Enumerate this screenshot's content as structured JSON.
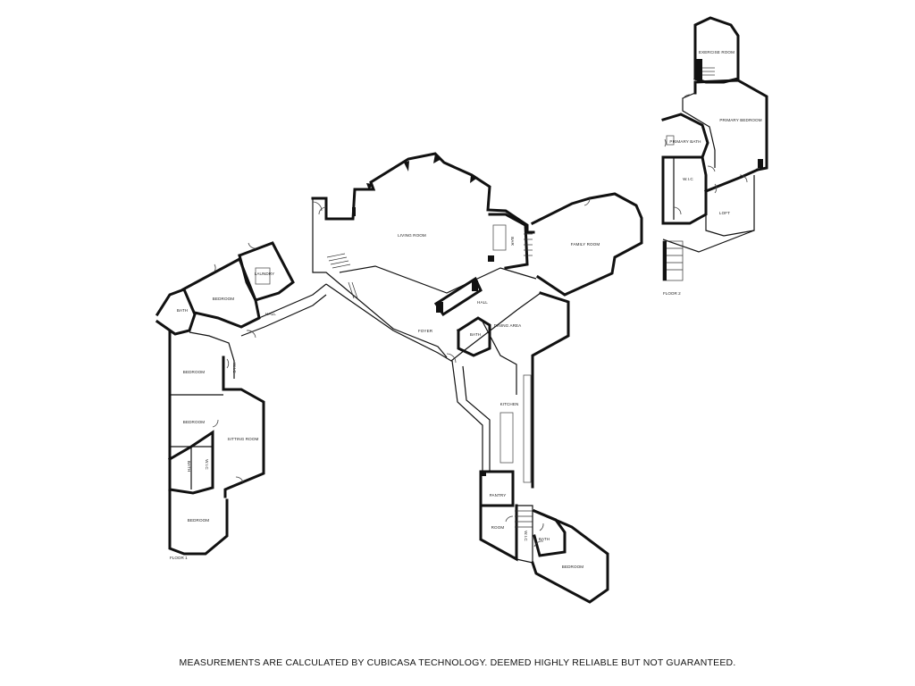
{
  "floors": [
    {
      "id": "floor-1",
      "label": "FLOOR 1"
    },
    {
      "id": "floor-2",
      "label": "FLOOR 2"
    }
  ],
  "rooms": {
    "living_room": "LIVING ROOM",
    "bar": "BAR",
    "family_room": "FAMILY ROOM",
    "hall_center": "HALL",
    "dining_area": "DINING AREA",
    "foyer": "FOYER",
    "bath_dining": "BATH",
    "kitchen": "KITCHEN",
    "pantry": "PANTRY",
    "room": "ROOM",
    "wic_south": "W.I.C",
    "bath_south": "BATH",
    "bedroom_south": "BEDROOM",
    "laundry": "LAUNDRY",
    "bedroom_nw": "BEDROOM",
    "bath_west": "BATH",
    "hall_west": "HALL",
    "wic_west": "W.I.C",
    "bedroom_w1": "BEDROOM",
    "bedroom_w2": "BEDROOM",
    "sitting_room": "SITTING ROOM",
    "bath_w3": "BATH",
    "wic_w3": "W.I.C",
    "bedroom_w3": "BEDROOM",
    "exercise_room": "EXERCISE ROOM",
    "primary_bedroom": "PRIMARY BEDROOM",
    "primary_bath": "PRIMARY BATH",
    "wic_upper": "W.I.C",
    "loft": "LOFT"
  },
  "disclaimer": "MEASUREMENTS ARE CALCULATED BY CUBICASA TECHNOLOGY. DEEMED HIGHLY RELIABLE BUT NOT GUARANTEED."
}
